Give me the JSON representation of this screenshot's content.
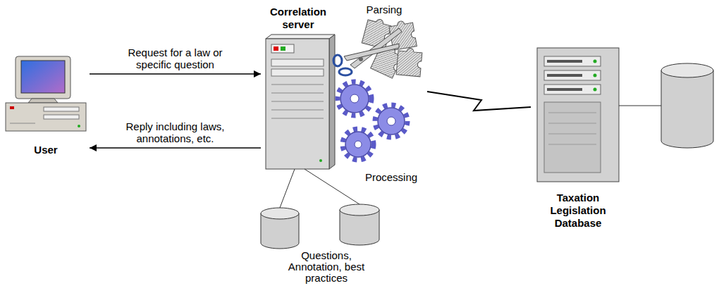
{
  "diagram": {
    "nodes": [
      {
        "text": [
          "User"
        ]
      },
      {
        "text": [
          "Correlation server"
        ]
      },
      {
        "text": [
          "Taxation Legislation Database"
        ]
      }
    ],
    "edges": [
      {
        "from": 0,
        "to": 1,
        "arrow": "to",
        "label": "Request for a law or specific question"
      },
      {
        "from": 1,
        "to": 0,
        "arrow": "to",
        "label": "Reply including laws, annotations, etc."
      },
      {
        "from": 1,
        "to": 2,
        "arrow": "none"
      }
    ],
    "labels": [
      "Parsing",
      "Processing",
      "Questions, Annotation, best practices"
    ]
  }
}
